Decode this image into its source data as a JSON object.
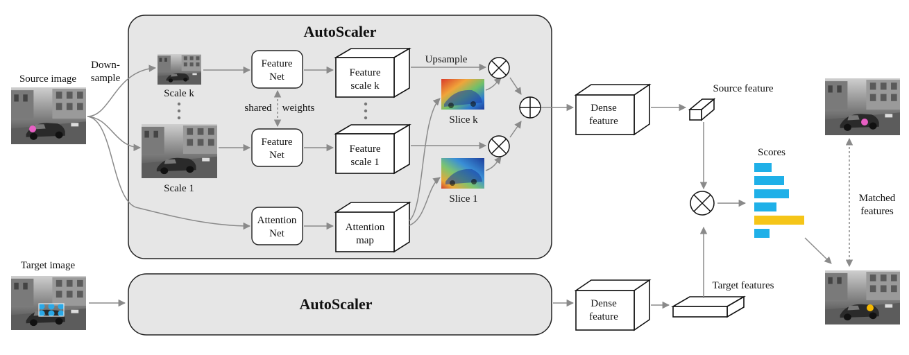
{
  "autoscaler_title": "AutoScaler",
  "autoscaler_bottom_title": "AutoScaler",
  "labels": {
    "source_image": "Source image",
    "target_image": "Target image",
    "downsample_line1": "Down-",
    "downsample_line2": "sample",
    "scale_k": "Scale k",
    "scale_1": "Scale 1",
    "upsample": "Upsample",
    "shared": "shared",
    "weights": "weights",
    "slice_k": "Slice k",
    "slice_1": "Slice 1",
    "source_feature": "Source feature",
    "target_features": "Target features",
    "scores": "Scores",
    "matched_line1": "Matched",
    "matched_line2": "features"
  },
  "nodes": {
    "feature_net_k": [
      "Feature",
      "Net"
    ],
    "feature_net_1": [
      "Feature",
      "Net"
    ],
    "attention_net": [
      "Attention",
      "Net"
    ],
    "feature_scale_k": [
      "Feature",
      "scale k"
    ],
    "feature_scale_1": [
      "Feature",
      "scale 1"
    ],
    "attention_map": [
      "Attention",
      "map"
    ],
    "dense_feature_top": [
      "Dense",
      "feature"
    ],
    "dense_feature_bottom": [
      "Dense",
      "feature"
    ]
  },
  "scores": {
    "values": [
      0.35,
      0.6,
      0.7,
      0.45,
      1.0,
      0.3
    ],
    "highlight_index": 4,
    "bar_color": "#1fb0e8",
    "highlight_color": "#f5c518"
  },
  "colors": {
    "panel": "#e6e6e6",
    "arrow": "#8a8a8a",
    "keypoint_source": "#e85fc4",
    "keypoint_target_grid": "#2aa8e6",
    "keypoint_match": "#f5b800"
  }
}
